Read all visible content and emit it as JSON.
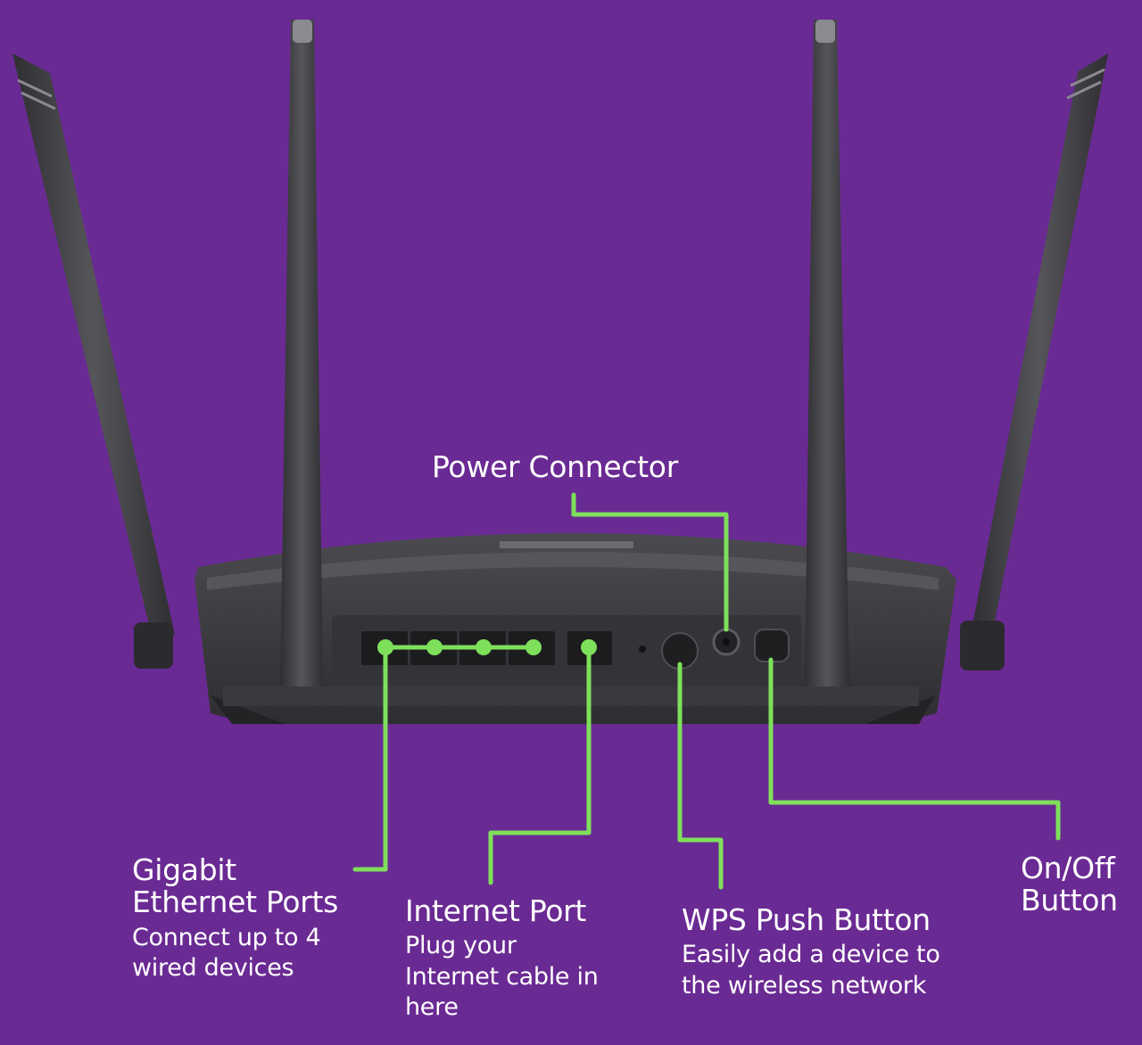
{
  "image": {
    "background_color": "#6a2a93",
    "accent_color": "#7ee05a",
    "device_color": "#3c3c40"
  },
  "labels": {
    "power_connector": {
      "title": "Power Connector"
    },
    "ethernet_ports": {
      "title_line1": "Gigabit",
      "title_line2": "Ethernet Ports",
      "desc_line1": "Connect up to 4",
      "desc_line2": "wired devices"
    },
    "internet_port": {
      "title": "Internet Port",
      "desc_line1": "Plug your",
      "desc_line2": "Internet cable in",
      "desc_line3": "here"
    },
    "wps_button": {
      "title": "WPS Push Button",
      "desc_line1": "Easily add a device to",
      "desc_line2": "the wireless network"
    },
    "onoff_button": {
      "title_line1": "On/Off",
      "title_line2": "Button"
    }
  }
}
